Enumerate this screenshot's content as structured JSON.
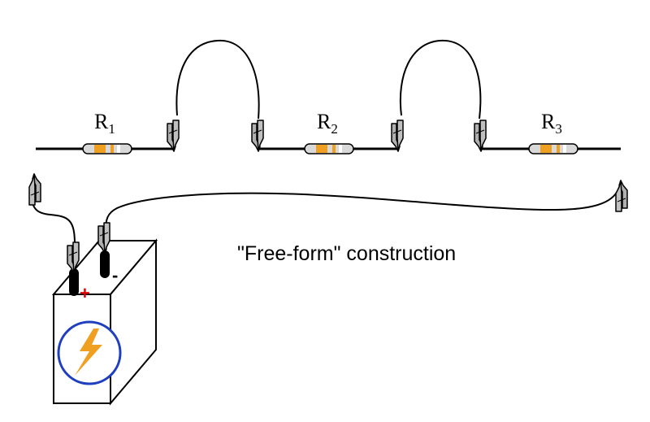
{
  "caption": "\"Free-form\" construction",
  "resistors": [
    {
      "letter": "R",
      "index": "1"
    },
    {
      "letter": "R",
      "index": "2"
    },
    {
      "letter": "R",
      "index": "3"
    }
  ],
  "battery": {
    "positive_label": "+",
    "negative_label": "-",
    "icon": "lightning-bolt-icon"
  },
  "colors": {
    "wire": "#000000",
    "resistor_body": "#d9d9d9",
    "resistor_band": "#f0a020",
    "clip_fill": "#b0b0b0",
    "positive": "#e00000",
    "battery_circle": "#1f3fbf",
    "bolt": "#f0a020"
  }
}
